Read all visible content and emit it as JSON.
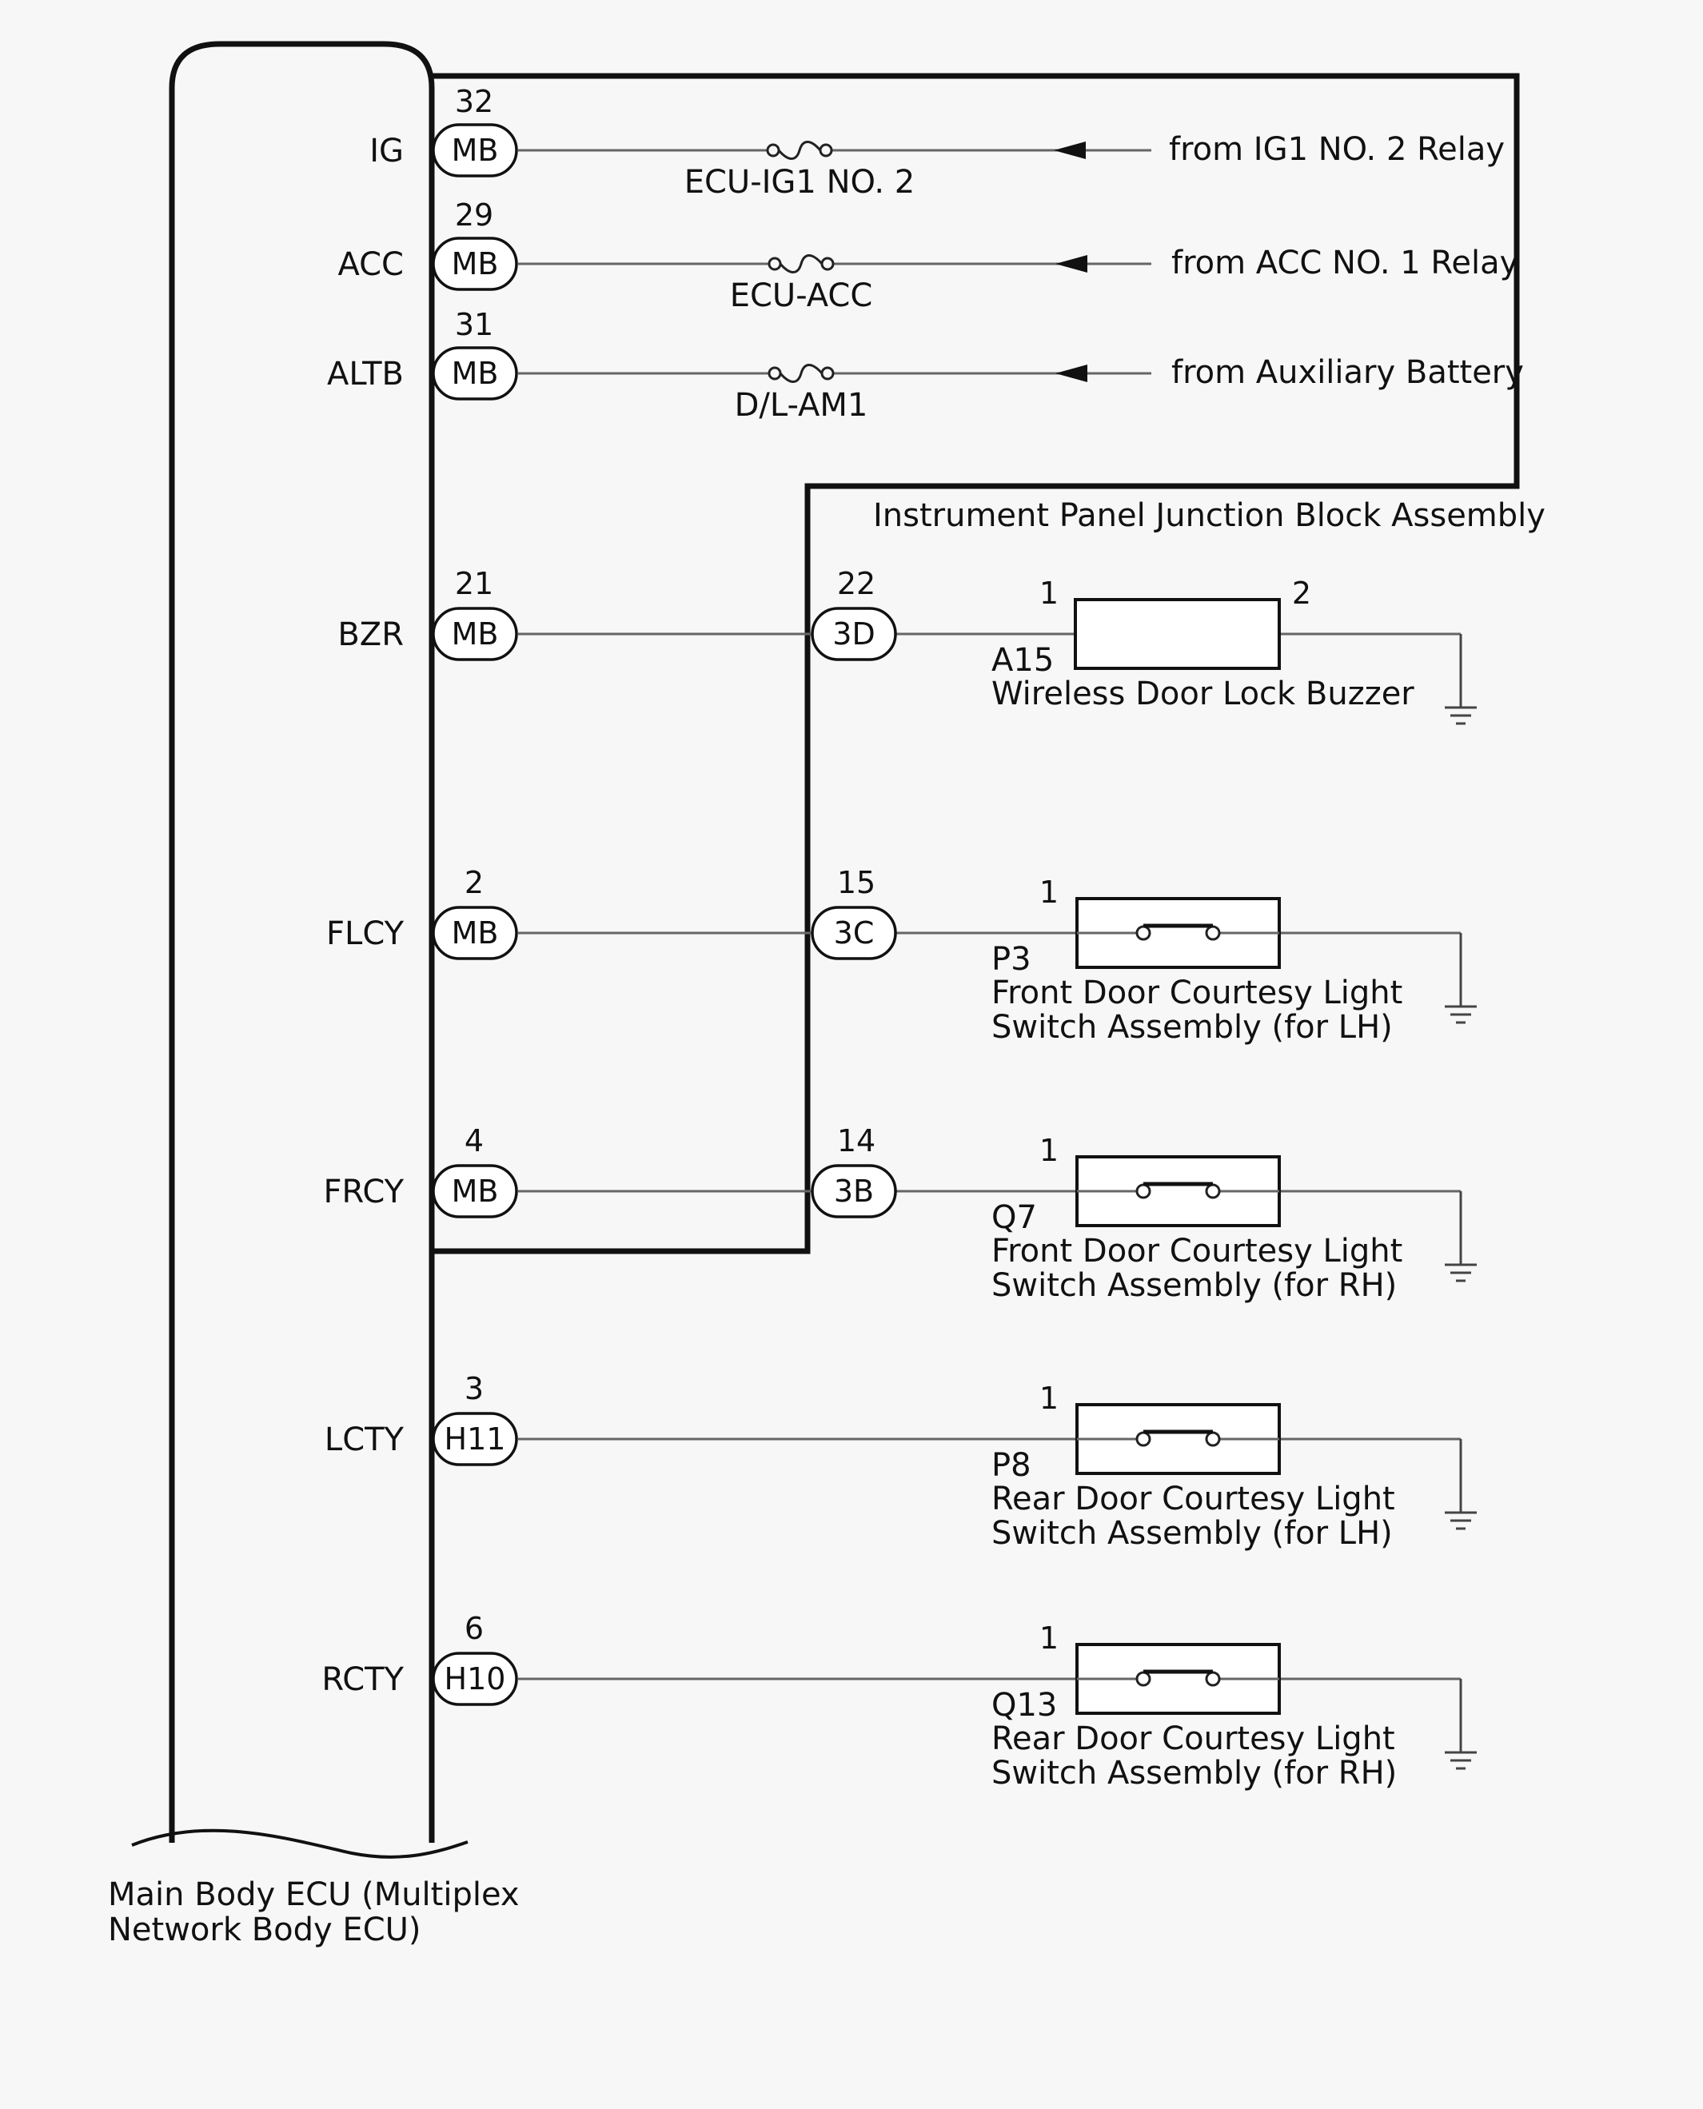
{
  "ecu": {
    "name_line1": "Main Body ECU (Multiplex",
    "name_line2": "Network Body ECU)"
  },
  "junction_block": {
    "name": "Instrument Panel Junction Block Assembly"
  },
  "power_inputs": [
    {
      "signal": "IG",
      "pin": "32",
      "connector": "MB",
      "fuse": "ECU-IG1 NO. 2",
      "source": "from IG1 NO. 2 Relay"
    },
    {
      "signal": "ACC",
      "pin": "29",
      "connector": "MB",
      "fuse": "ECU-ACC",
      "source": "from ACC NO. 1 Relay"
    },
    {
      "signal": "ALTB",
      "pin": "31",
      "connector": "MB",
      "fuse": "D/L-AM1",
      "source": "from Auxiliary Battery"
    }
  ],
  "outputs": [
    {
      "signal": "BZR",
      "ecu_pin": "21",
      "ecu_connector": "MB",
      "jb_pin": "22",
      "jb_connector": "3D",
      "dev_pin1": "1",
      "dev_pin2": "2",
      "device_code": "A15",
      "device_line1": "Wireless Door Lock Buzzer",
      "device_line2": ""
    },
    {
      "signal": "FLCY",
      "ecu_pin": "2",
      "ecu_connector": "MB",
      "jb_pin": "15",
      "jb_connector": "3C",
      "dev_pin1": "1",
      "device_code": "P3",
      "device_line1": "Front Door Courtesy Light",
      "device_line2": "Switch Assembly (for LH)"
    },
    {
      "signal": "FRCY",
      "ecu_pin": "4",
      "ecu_connector": "MB",
      "jb_pin": "14",
      "jb_connector": "3B",
      "dev_pin1": "1",
      "device_code": "Q7",
      "device_line1": "Front Door Courtesy Light",
      "device_line2": "Switch Assembly (for RH)"
    },
    {
      "signal": "LCTY",
      "ecu_pin": "3",
      "ecu_connector": "H11",
      "dev_pin1": "1",
      "device_code": "P8",
      "device_line1": "Rear Door Courtesy Light",
      "device_line2": "Switch Assembly (for LH)"
    },
    {
      "signal": "RCTY",
      "ecu_pin": "6",
      "ecu_connector": "H10",
      "dev_pin1": "1",
      "device_code": "Q13",
      "device_line1": "Rear Door Courtesy Light",
      "device_line2": "Switch Assembly (for RH)"
    }
  ]
}
